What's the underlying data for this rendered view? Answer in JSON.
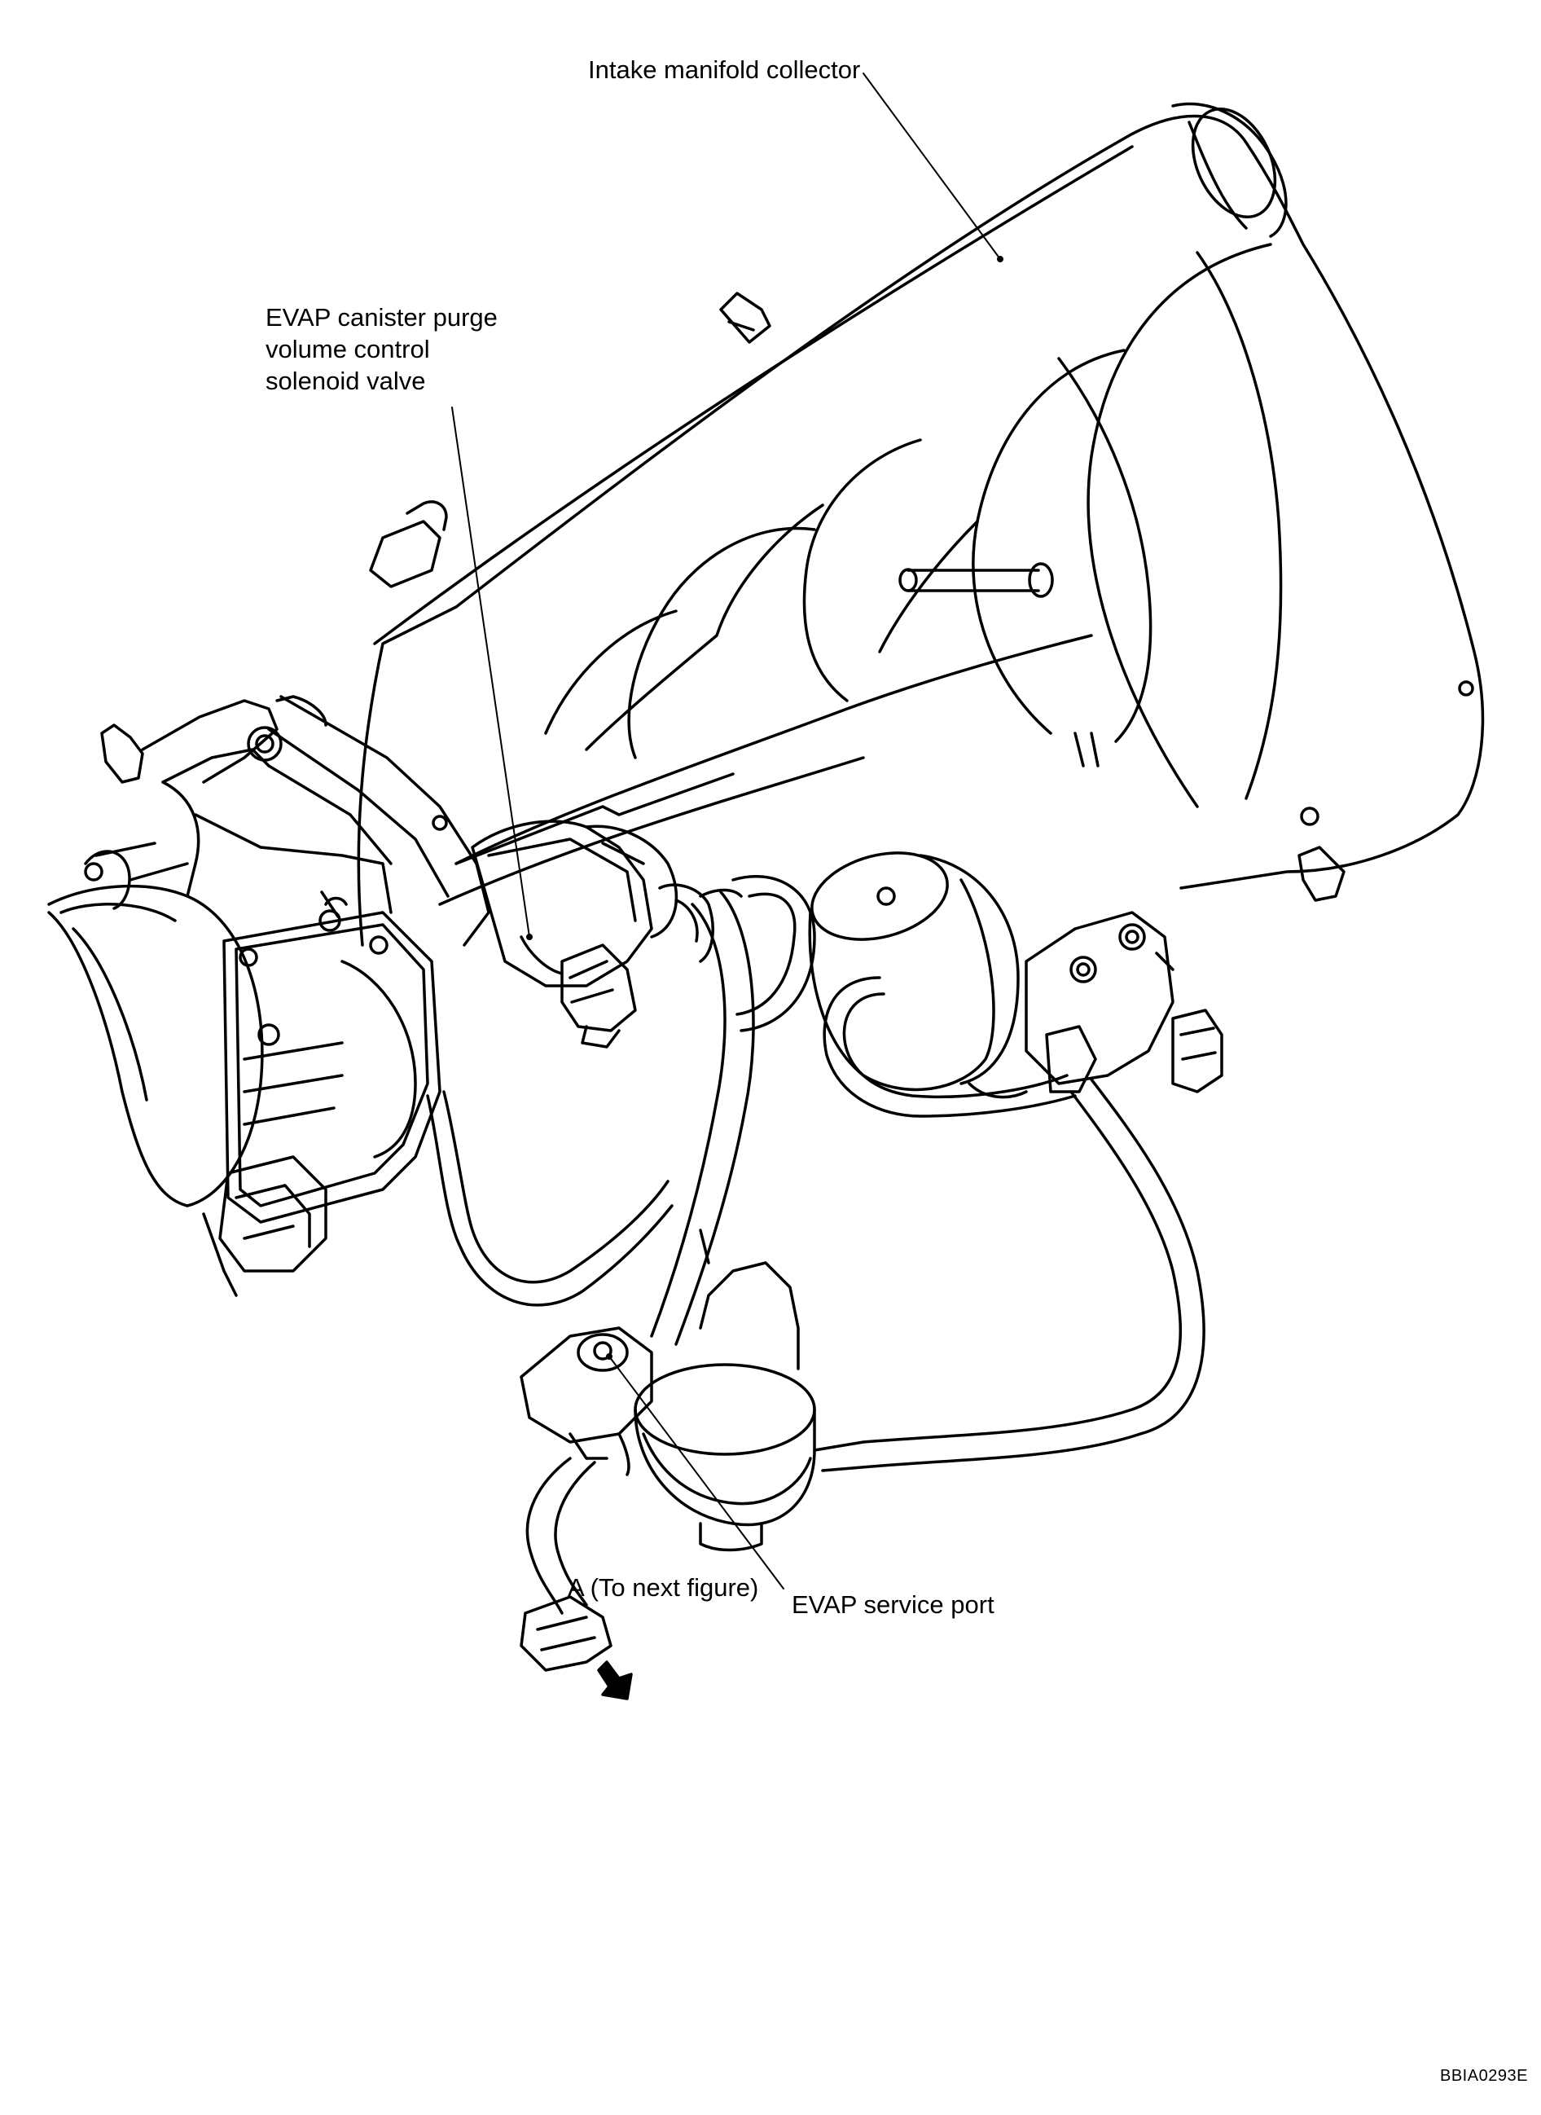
{
  "figure": {
    "figure_id": "BBIA0293E",
    "labels": {
      "intake_manifold_collector": "Intake manifold collector",
      "purge_valve": [
        "EVAP canister purge",
        "volume control",
        "solenoid valve"
      ],
      "next_figure": "A (To next figure)",
      "service_port": "EVAP service port"
    }
  },
  "colors": {
    "line": "#000000",
    "background": "#ffffff"
  }
}
